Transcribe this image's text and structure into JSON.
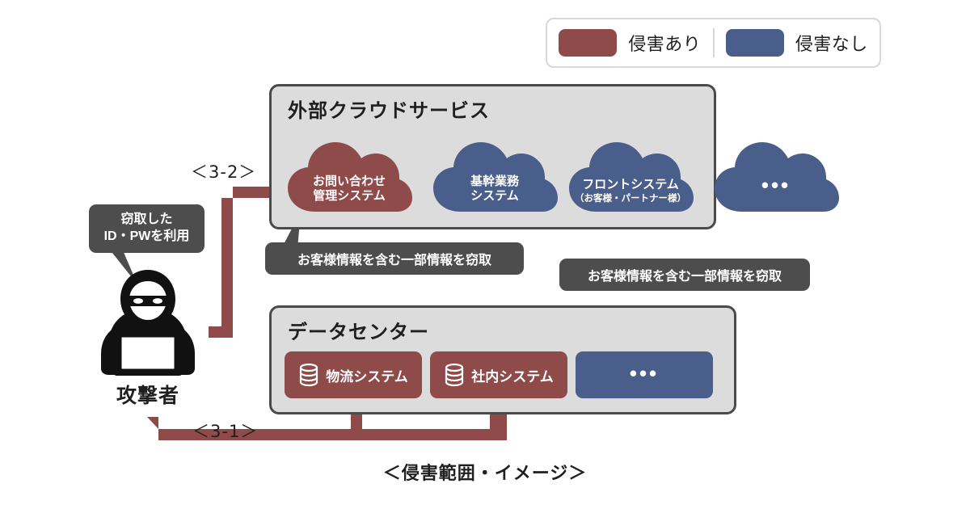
{
  "colors": {
    "breached": "#8f4a4a",
    "safe": "#4a5e8c",
    "panel_fill": "#dcdcdc",
    "panel_border": "#4a4a4a",
    "callout_bg": "#4d4d4d",
    "text_dark": "#1f1f1f",
    "arrow_red": "#8f4a4a",
    "arrow_gray": "#4d4d4d"
  },
  "legend": {
    "items": [
      {
        "label": "侵害あり",
        "color": "#8f4a4a",
        "swatch_icon": "color-swatch-icon"
      },
      {
        "label": "侵害なし",
        "color": "#4a5e8c",
        "swatch_icon": "color-swatch-icon"
      }
    ]
  },
  "cloud_panel": {
    "title": "外部クラウドサービス",
    "clouds": [
      {
        "line1": "お問い合わせ",
        "line2": "管理システム",
        "sub": "",
        "dots": "",
        "status": "breached",
        "color": "#8f4a4a"
      },
      {
        "line1": "基幹業務",
        "line2": "システム",
        "sub": "",
        "dots": "",
        "status": "safe",
        "color": "#4a5e8c"
      },
      {
        "line1": "フロントシステム",
        "line2": "",
        "sub": "（お客様・パートナー様）",
        "dots": "",
        "status": "safe",
        "color": "#4a5e8c"
      },
      {
        "line1": "",
        "line2": "",
        "sub": "",
        "dots": "•••",
        "status": "safe",
        "color": "#4a5e8c"
      }
    ]
  },
  "datacenter_panel": {
    "title": "データセンター",
    "boxes": [
      {
        "label": "物流システム",
        "dots": "",
        "icon": "database-icon",
        "status": "breached",
        "color": "#8f4a4a"
      },
      {
        "label": "社内システム",
        "dots": "",
        "icon": "database-icon",
        "status": "breached",
        "color": "#8f4a4a"
      },
      {
        "label": "",
        "dots": "•••",
        "icon": "",
        "status": "safe",
        "color": "#4a5e8c"
      }
    ]
  },
  "callouts": {
    "cloud_theft": "お客様情報を含む一部情報を窃取",
    "datacenter_theft": "お客様情報を含む一部情報を窃取",
    "attacker_method_line1": "窃取した",
    "attacker_method_line2": "ID・PWを利用"
  },
  "attacker": {
    "label": "攻撃者",
    "icon": "hacker-icon"
  },
  "steps": {
    "to_cloud": "＜3-2＞",
    "to_datacenter": "＜3-1＞"
  },
  "caption": "＜侵害範囲・イメージ＞"
}
